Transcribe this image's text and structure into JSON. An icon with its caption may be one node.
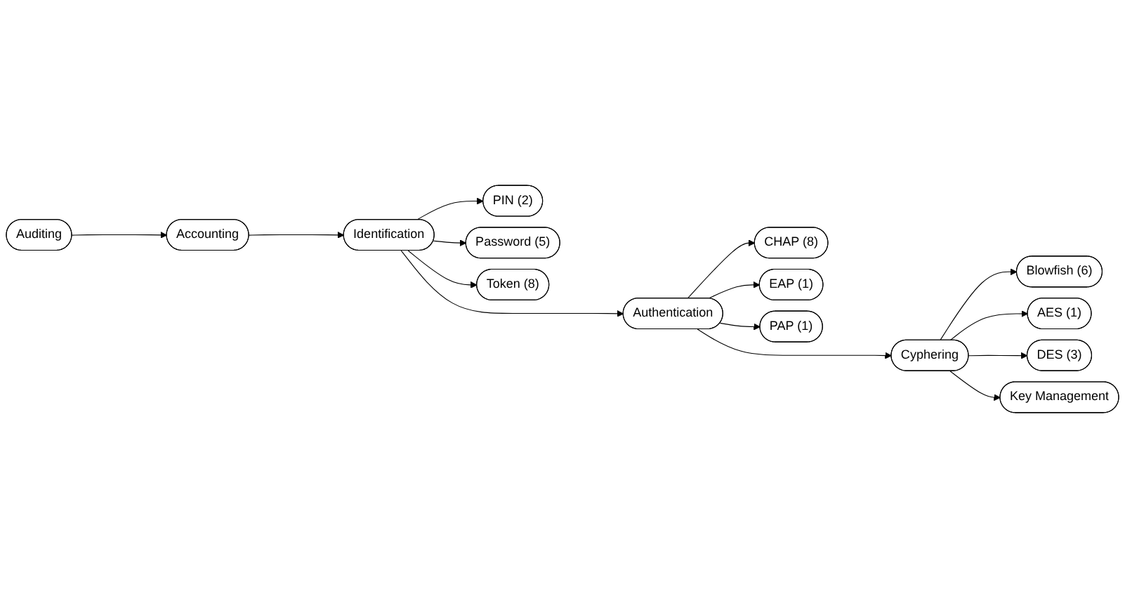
{
  "diagram": {
    "nodes": [
      {
        "text": [
          "Auditing"
        ]
      },
      {
        "text": [
          "Accounting"
        ]
      },
      {
        "text": [
          "Identification"
        ]
      },
      {
        "text": [
          "PIN (2)"
        ]
      },
      {
        "text": [
          "Password (5)"
        ]
      },
      {
        "text": [
          "Token (8)"
        ]
      },
      {
        "text": [
          "Authentication"
        ]
      },
      {
        "text": [
          "CHAP (8)"
        ]
      },
      {
        "text": [
          "EAP (1)"
        ]
      },
      {
        "text": [
          "PAP (1)"
        ]
      },
      {
        "text": [
          "Cyphering"
        ]
      },
      {
        "text": [
          "Blowfish (6)"
        ]
      },
      {
        "text": [
          "AES (1)"
        ]
      },
      {
        "text": [
          "DES (3)"
        ]
      },
      {
        "text": [
          "Key Management"
        ]
      }
    ],
    "edges": [
      {
        "from": 0,
        "to": 1,
        "arrow": "to"
      },
      {
        "from": 1,
        "to": 2,
        "arrow": "to"
      },
      {
        "from": 2,
        "to": 3,
        "arrow": "to"
      },
      {
        "from": 2,
        "to": 4,
        "arrow": "to"
      },
      {
        "from": 2,
        "to": 5,
        "arrow": "to"
      },
      {
        "from": 2,
        "to": 6,
        "arrow": "to"
      },
      {
        "from": 6,
        "to": 7,
        "arrow": "to"
      },
      {
        "from": 6,
        "to": 8,
        "arrow": "to"
      },
      {
        "from": 6,
        "to": 9,
        "arrow": "to"
      },
      {
        "from": 6,
        "to": 10,
        "arrow": "to"
      },
      {
        "from": 10,
        "to": 11,
        "arrow": "to"
      },
      {
        "from": 10,
        "to": 12,
        "arrow": "to"
      },
      {
        "from": 10,
        "to": 13,
        "arrow": "to"
      },
      {
        "from": 10,
        "to": 14,
        "arrow": "to"
      }
    ]
  }
}
